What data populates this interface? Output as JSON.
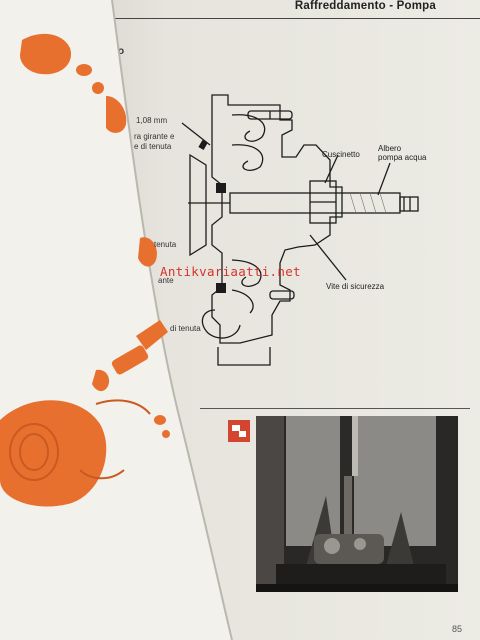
{
  "header": {
    "title": "Raffreddamento - Pompa"
  },
  "figure_marker": "o",
  "diagram_labels": {
    "cuscinetto": "Cuscinetto",
    "albero_line1": "Albero",
    "albero_line2": "pompa acqua",
    "vite": "Vite di sicurezza"
  },
  "front_labels": {
    "measure": "1,08 mm",
    "girante_line1": "ra girante e",
    "girante_line2": "e di tenuta",
    "tenuta1": "tenuta",
    "ante": "ante",
    "tenuta2": "di tenuta"
  },
  "watermark": "Antikvariaatti.net",
  "page_number": "85",
  "colors": {
    "accent_orange": "#e8702f",
    "watermark_red": "#d3342a",
    "icon_red": "#d3452e"
  },
  "icons": {
    "section_icon": "photo-section-icon"
  }
}
